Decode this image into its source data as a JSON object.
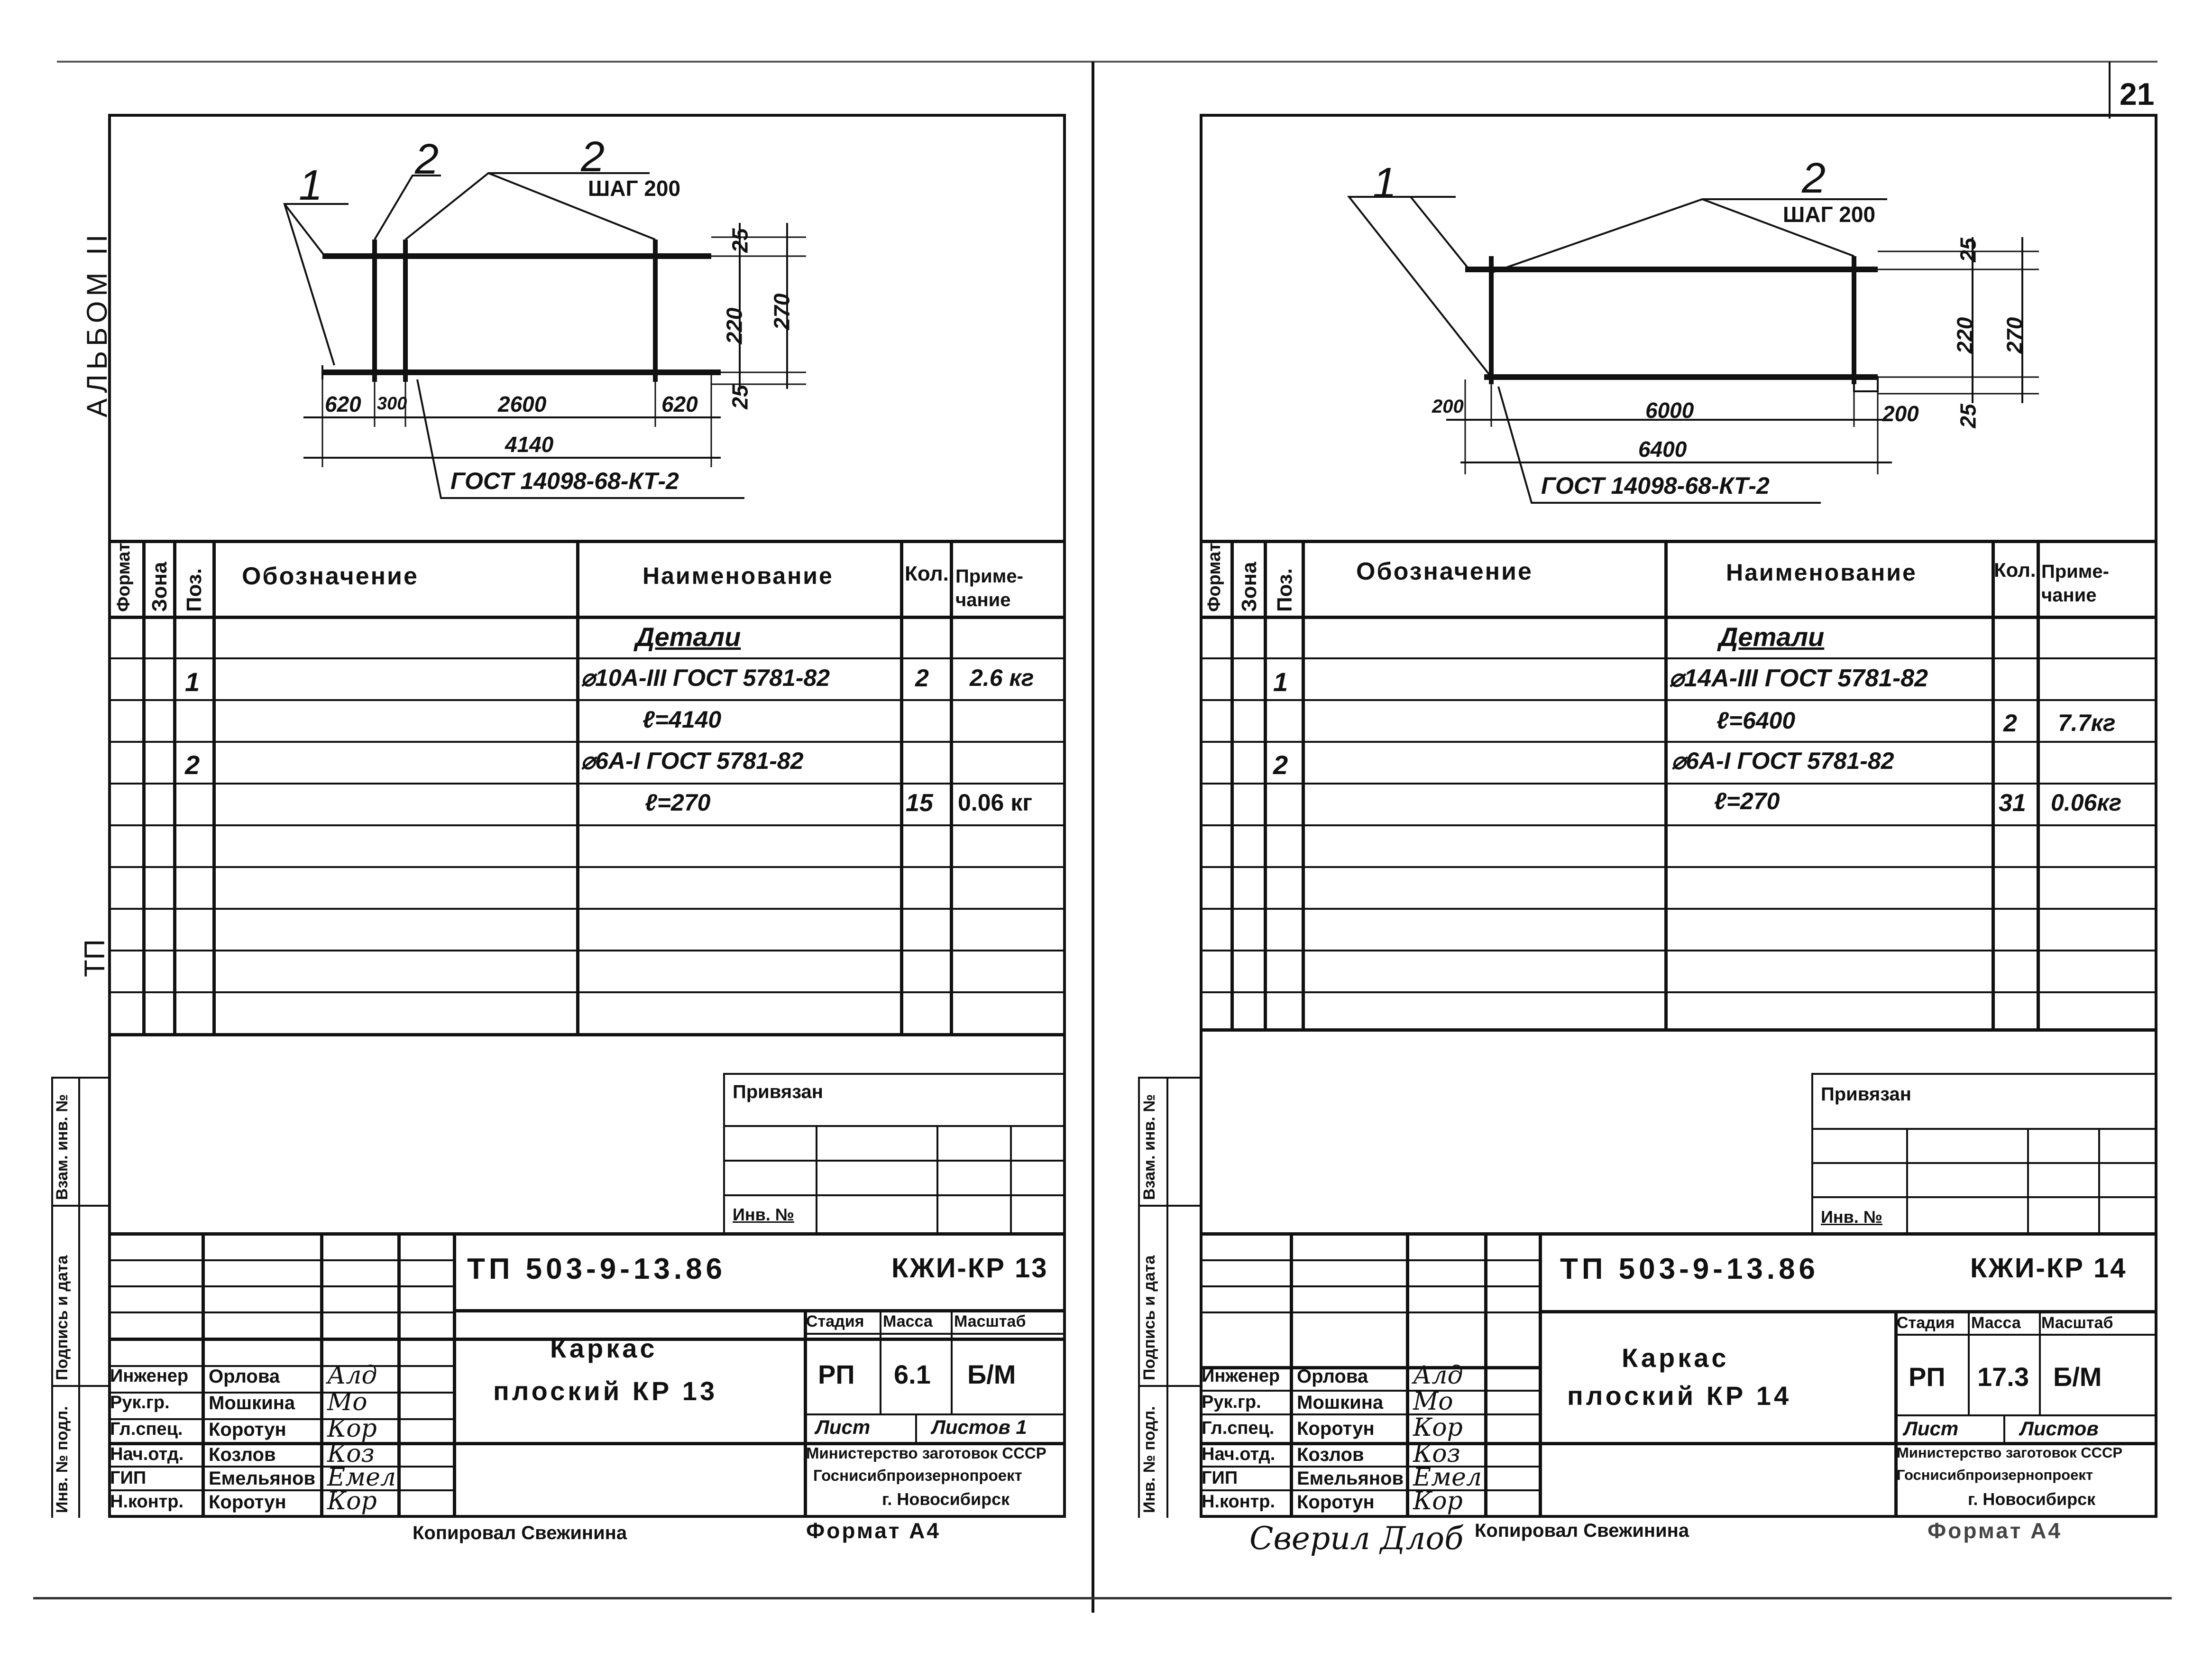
{
  "page_number": "21",
  "sheets": [
    {
      "album": "АЛЬБОМ II",
      "tp_side": "ТП",
      "side_stamps": [
        "Инв. № подл.",
        "Подпись и дата",
        "Взам. инв. №"
      ],
      "drawing": {
        "callout_1": "1",
        "callout_2a": "2",
        "callout_2b": "2",
        "step": "ШАГ 200",
        "dim_25_top": "25",
        "dim_220": "220",
        "dim_270": "270",
        "dim_25_bottom": "25",
        "dim_620a": "620",
        "dim_300": "300",
        "dim_2600": "2600",
        "dim_620b": "620",
        "dim_total": "4140",
        "gost_label": "ГОСТ 14098-68-КТ-2"
      },
      "spec": {
        "headers": {
          "format": "Формат",
          "zone": "Зона",
          "pos": "Поз.",
          "designation": "Обозначение",
          "name": "Наименование",
          "qty": "Кол.",
          "note": "Приме-чание"
        },
        "section": "Детали",
        "rows": [
          {
            "pos": "1",
            "name": "⌀10А-III ГОСТ 5781-82",
            "qty": "2",
            "note": "2.6 кг"
          },
          {
            "pos": "",
            "name": "ℓ=4140",
            "qty": "",
            "note": ""
          },
          {
            "pos": "2",
            "name": "⌀6А-I ГОСТ 5781-82",
            "qty": "",
            "note": ""
          },
          {
            "pos": "",
            "name": "ℓ=270",
            "qty": "15",
            "note": "0.06 кг"
          }
        ]
      },
      "privyazan": "Привязан",
      "inv_no": "Инв. №",
      "title": {
        "code": "ТП 503-9-13.86",
        "mark": "КЖИ-КР 13",
        "name_line1": "Каркас",
        "name_line2": "плоский КР 13",
        "stage_label": "Стадия",
        "mass_label": "Масса",
        "scale_label": "Масштаб",
        "stage": "РП",
        "mass": "6.1",
        "scale": "Б/М",
        "sheet_label": "Лист",
        "sheets_label": "Листов 1",
        "org_line1": "Министерство заготовок СССР",
        "org_line2": "Госнисибпроизернопроект",
        "org_line3": "г. Новосибирск"
      },
      "staff": [
        {
          "role": "Инженер",
          "name": "Орлова",
          "sig": "Алд"
        },
        {
          "role": "Рук.гр.",
          "name": "Мошкина",
          "sig": "Мо"
        },
        {
          "role": "Гл.спец.",
          "name": "Коротун",
          "sig": "Кор"
        },
        {
          "role": "Нач.отд.",
          "name": "Козлов",
          "sig": "Коз"
        },
        {
          "role": "ГИП",
          "name": "Емельянов",
          "sig": "Емел"
        },
        {
          "role": "Н.контр.",
          "name": "Коротун",
          "sig": "Кор"
        }
      ],
      "copied": "Копировал Свежинина",
      "format": "Формат А4"
    },
    {
      "side_stamps": [
        "Инв. № подл.",
        "Подпись и дата",
        "Взам. инв. №"
      ],
      "drawing": {
        "callout_1": "1",
        "callout_2": "2",
        "step": "ШАГ 200",
        "dim_25_top": "25",
        "dim_220": "220",
        "dim_270": "270",
        "dim_25_bottom": "25",
        "dim_200a": "200",
        "dim_6000": "6000",
        "dim_200b": "200",
        "dim_total": "6400",
        "gost_label": "ГОСТ 14098-68-КТ-2"
      },
      "spec": {
        "headers": {
          "format": "Формат",
          "zone": "Зона",
          "pos": "Поз.",
          "designation": "Обозначение",
          "name": "Наименование",
          "qty": "Кол.",
          "note": "Приме-чание"
        },
        "section": "Детали",
        "rows": [
          {
            "pos": "1",
            "name": "⌀14А-III ГОСТ 5781-82",
            "qty": "",
            "note": ""
          },
          {
            "pos": "",
            "name": "ℓ=6400",
            "qty": "2",
            "note": "7.7кг"
          },
          {
            "pos": "2",
            "name": "⌀6А-I ГОСТ 5781-82",
            "qty": "",
            "note": ""
          },
          {
            "pos": "",
            "name": "ℓ=270",
            "qty": "31",
            "note": "0.06кг"
          }
        ]
      },
      "privyazan": "Привязан",
      "inv_no": "Инв. №",
      "title": {
        "code": "ТП 503-9-13.86",
        "mark": "КЖИ-КР 14",
        "name_line1": "Каркас",
        "name_line2": "плоский КР 14",
        "stage_label": "Стадия",
        "mass_label": "Масса",
        "scale_label": "Масштаб",
        "stage": "РП",
        "mass": "17.3",
        "scale": "Б/М",
        "sheet_label": "Лист",
        "sheets_label": "Листов",
        "org_line1": "Министерство заготовок СССР",
        "org_line2": "Госнисибпроизернопроект",
        "org_line3": "г. Новосибирск"
      },
      "staff": [
        {
          "role": "Инженер",
          "name": "Орлова",
          "sig": "Алд"
        },
        {
          "role": "Рук.гр.",
          "name": "Мошкина",
          "sig": "Мо"
        },
        {
          "role": "Гл.спец.",
          "name": "Коротун",
          "sig": "Кор"
        },
        {
          "role": "Нач.отд.",
          "name": "Козлов",
          "sig": "Коз"
        },
        {
          "role": "ГИП",
          "name": "Емельянов",
          "sig": "Емел"
        },
        {
          "role": "Н.контр.",
          "name": "Коротун",
          "sig": "Кор"
        }
      ],
      "verified": "Сверил Длоб",
      "copied": "Копировал Свежинина",
      "format": "Формат А4"
    }
  ]
}
